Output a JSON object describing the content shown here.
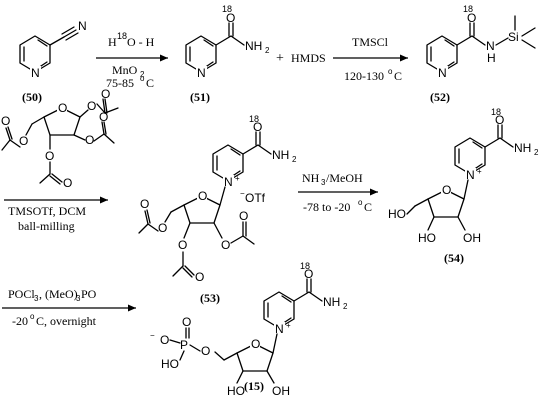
{
  "reagents": {
    "r1_top_h": "H",
    "r1_top_iso": "18",
    "r1_top_rest": "O - H",
    "r1_bottom_1": "MnO",
    "r1_bottom_1_sub": "2",
    "r1_bottom_2": "75-85",
    "r1_bottom_2_sup": "o",
    "r1_bottom_2_end": "C",
    "plus": "+",
    "hmds": "HMDS",
    "r2_top": "TMSCl",
    "r2_bottom": "120-130",
    "r2_bottom_sup": "o",
    "r2_bottom_end": "C",
    "r3_bottom_1": "TMSOTf, DCM",
    "r3_bottom_2": "ball-milling",
    "r4_top": "NH",
    "r4_top_sub": "3",
    "r4_top_end": "/MeOH",
    "r4_bottom": "-78 to -20",
    "r4_bottom_sup": "o",
    "r4_bottom_end": "C",
    "r5_top": "POCl",
    "r5_top_sub": "3",
    "r5_top_mid": ", (MeO)",
    "r5_top_sub2": "3",
    "r5_top_end": "PO",
    "r5_bottom": "-20",
    "r5_bottom_sup": "o",
    "r5_bottom_end": "C, overnight"
  },
  "compounds": {
    "c50": "(50)",
    "c51": "(51)",
    "c52": "(52)",
    "c53": "(53)",
    "c54": "(54)",
    "c15": "(15)"
  },
  "atoms": {
    "N": "N",
    "O": "O",
    "NH2": "NH",
    "two": "2",
    "H": "H",
    "Si": "Si",
    "iso18": "18",
    "Nplus": "+",
    "OTf": "OTf",
    "minus": "−",
    "HO": "HO",
    "OH": "OH",
    "P": "P"
  }
}
